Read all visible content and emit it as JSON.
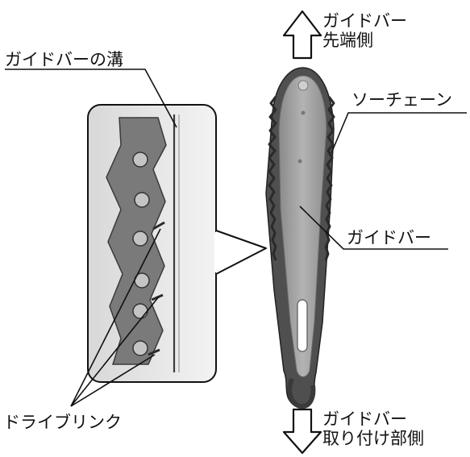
{
  "labels": {
    "guide_bar_tip": [
      "ガイドバー",
      "先端側"
    ],
    "guide_bar_groove": "ガイドバーの溝",
    "saw_chain": "ソーチェーン",
    "guide_bar": "ガイドバー",
    "drive_link": "ドライブリンク",
    "guide_bar_mount": [
      "ガイドバー",
      "取り付け部側"
    ]
  },
  "colors": {
    "line": "#111111",
    "bar_fill": "#9c9c9c",
    "chain_fill": "#5a5a5a",
    "photo_bg": "#e6e6e6"
  }
}
